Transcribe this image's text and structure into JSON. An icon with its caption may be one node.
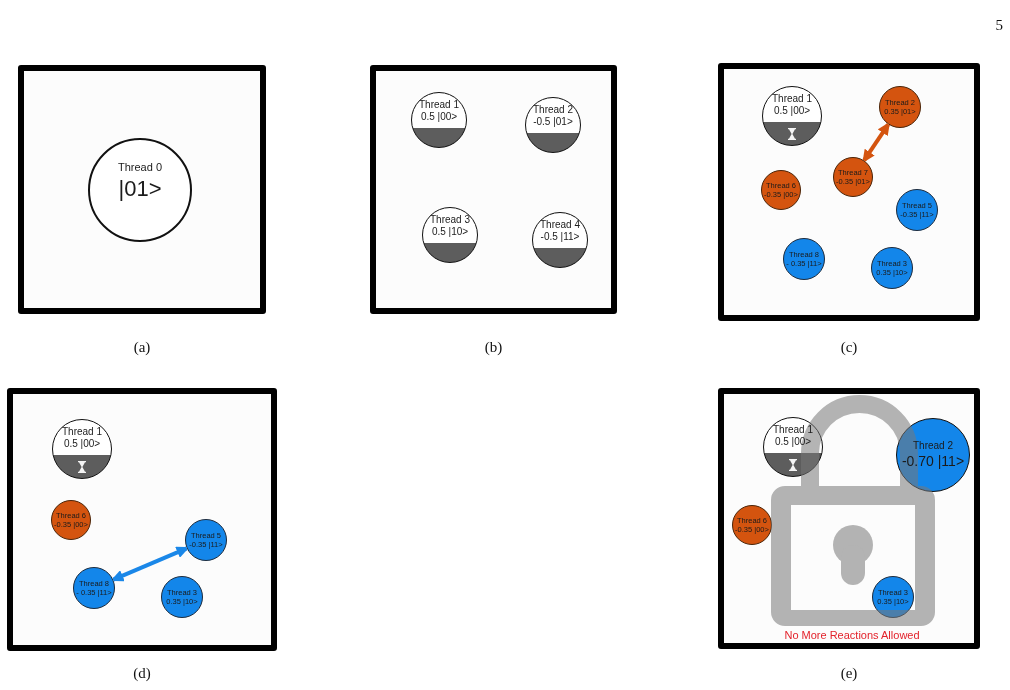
{
  "diagram": {
    "nodes": [
      {
        "text": [
          "(a)"
        ]
      },
      {
        "text": [
          "Thread 0",
          "|01>"
        ],
        "in": 0
      },
      {
        "text": [
          "(b)"
        ]
      },
      {
        "text": [
          "Thread 1",
          "0.5 |00>"
        ],
        "in": 2
      },
      {
        "text": [
          "Thread 2",
          "-0.5 |01>"
        ],
        "in": 2
      },
      {
        "text": [
          "Thread 3",
          "0.5 |10>"
        ],
        "in": 2
      },
      {
        "text": [
          "Thread 4",
          "-0.5 |11>"
        ],
        "in": 2
      },
      {
        "text": [
          "(c)"
        ]
      },
      {
        "text": [
          "Thread 1",
          "0.5 |00>"
        ],
        "in": 7
      },
      {
        "text": [
          "Thread 2",
          "0.35 |01>"
        ],
        "in": 7
      },
      {
        "text": [
          "Thread 7",
          "-0.35 |01>"
        ],
        "in": 7
      },
      {
        "text": [
          "Thread 6",
          "-0.35 |00>"
        ],
        "in": 7
      },
      {
        "text": [
          "Thread 5",
          "-0.35 |11>"
        ],
        "in": 7
      },
      {
        "text": [
          "Thread 8",
          "- 0.35 |11>"
        ],
        "in": 7
      },
      {
        "text": [
          "Thread 3",
          "0.35 |10>"
        ],
        "in": 7
      },
      {
        "text": [
          "(d)"
        ]
      },
      {
        "text": [
          "Thread 1",
          "0.5 |00>"
        ],
        "in": 15
      },
      {
        "text": [
          "Thread 6",
          "-0.35 |00>"
        ],
        "in": 15
      },
      {
        "text": [
          "Thread 5",
          "-0.35 |11>"
        ],
        "in": 15
      },
      {
        "text": [
          "Thread 8",
          "- 0.35 |11>"
        ],
        "in": 15
      },
      {
        "text": [
          "Thread 3",
          "0.35 |10>"
        ],
        "in": 15
      },
      {
        "text": [
          "(e)"
        ]
      },
      {
        "text": [
          "Thread 1",
          "0.5 |00>"
        ],
        "in": 21
      },
      {
        "text": [
          "Thread 2",
          "-0.70 |11>"
        ],
        "in": 21
      },
      {
        "text": [
          "Thread 6",
          "-0.35 |00>"
        ],
        "in": 21
      },
      {
        "text": [
          "Thread 3",
          "0.35 |10>"
        ],
        "in": 21
      }
    ],
    "edges": [
      {
        "from": 10,
        "to": 9,
        "arrow": "both",
        "color": "#d4540f"
      },
      {
        "from": 19,
        "to": 18,
        "arrow": "both",
        "color": "#1a87e8"
      }
    ],
    "labels": [
      "5",
      "No More Reactions Allowed"
    ]
  }
}
